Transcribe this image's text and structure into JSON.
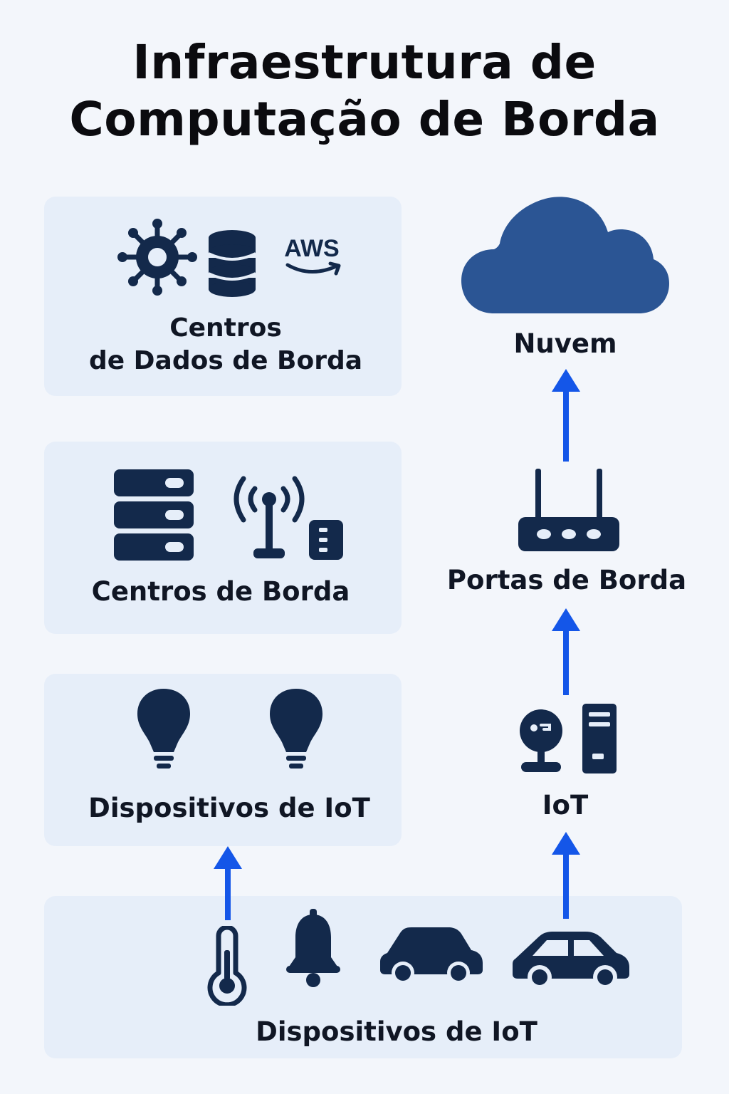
{
  "title": {
    "line1": "Infraestrutura de",
    "line2": "Computação de Borda"
  },
  "panels": {
    "edge_data_centers": {
      "label_line1": "Centros",
      "label_line2": "de Dados de Borda",
      "icons": [
        "gear-icon",
        "database-icon",
        "aws-logo-icon"
      ],
      "aws_text": "AWS"
    },
    "edge_centers": {
      "label": "Centros de Borda",
      "icons": [
        "server-rack-icon",
        "antenna-icon",
        "small-device-icon"
      ]
    },
    "iot_devices": {
      "label": "Dispositivos de IoT",
      "icons": [
        "lightbulb-icon",
        "lightbulb-icon"
      ]
    },
    "bottom_devices": {
      "label": "Dispositivos de IoT",
      "icons": [
        "thermometer-icon",
        "bell-icon",
        "car-icon",
        "sedan-icon"
      ]
    }
  },
  "right_column": {
    "cloud": {
      "label": "Nuvem",
      "icon": "cloud-icon"
    },
    "gateway": {
      "label": "Portas de Borda",
      "icon": "router-icon"
    },
    "iot": {
      "label": "IoT",
      "icons": [
        "webcam-icon",
        "tower-pc-icon"
      ]
    }
  },
  "colors": {
    "icon": "#13294b",
    "arrow": "#1456e8",
    "panel": "#e6eef9",
    "cloud": "#2b5594",
    "background": "#f3f6fb"
  }
}
